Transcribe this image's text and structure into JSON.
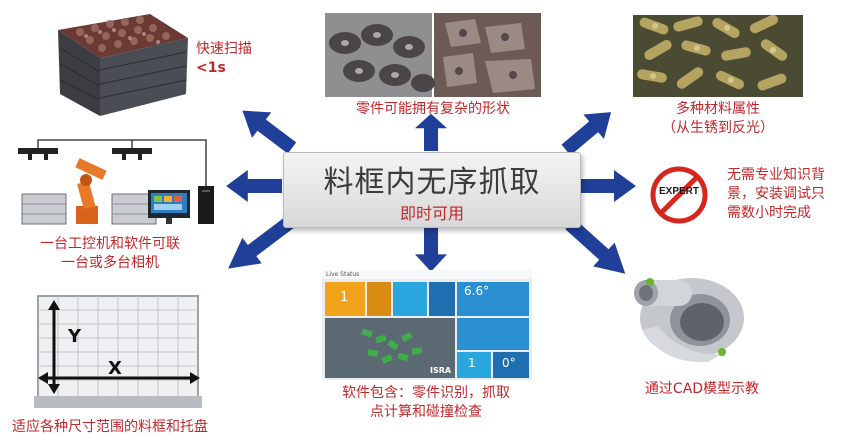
{
  "center": {
    "title": "料框内无序抓取",
    "subtitle": "即时可用"
  },
  "features": {
    "fast_scan": {
      "line1": "快速扫描",
      "line2": "<1s"
    },
    "shapes": {
      "text": "零件可能拥有复杂的形状"
    },
    "materials": {
      "line1": "多种材料属性",
      "line2": "（从生锈到反光）"
    },
    "no_expert": {
      "line1": "无需专业知识背",
      "line2": "景，安装调试只",
      "line3": "需数小时完成"
    },
    "ipc": {
      "line1": "一台工控机和软件可联",
      "line2": "一台或多台相机"
    },
    "software": {
      "line1": "软件包含：零件识别，抓取",
      "line2": "点计算和碰撞检查"
    },
    "cad": {
      "text": "通过CAD模型示教"
    },
    "bins": {
      "text": "适应各种尺寸范围的料框和托盘"
    }
  },
  "labels": {
    "expert_sign": "EXPERT",
    "axis_y": "Y",
    "axis_x": "X",
    "screen_brand": "ISRA",
    "screen_app": "Live Status",
    "screen_tile_1": "1",
    "screen_tile_2": "6.6°",
    "screen_tile_3": "1",
    "screen_tile_4": "0°"
  },
  "colors": {
    "arrow": "#1f3f99",
    "caption": "#c0282b",
    "center_text": "#3c3c3c"
  }
}
